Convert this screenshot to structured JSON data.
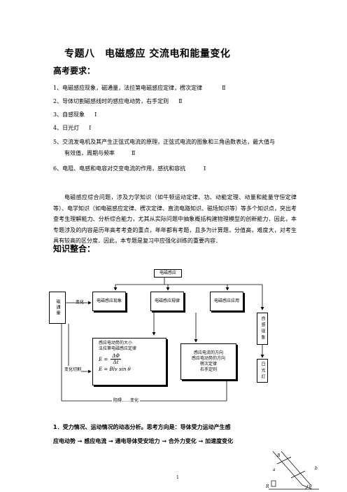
{
  "title": "专题八　电磁感应 交流电和能量变化",
  "section_requirements": "高考要求：",
  "requirements": [
    {
      "text": "1、电磁感应现象，磁通量，法拉第电磁感应定律，楞次定律",
      "level": "Ⅱ"
    },
    {
      "text": "2、导体切割磁感线时的感应电动势，右手定则",
      "level": "Ⅱ"
    },
    {
      "text": "3、自感现象",
      "level": "Ⅰ"
    },
    {
      "text": "4、日光灯",
      "level": "Ⅰ"
    },
    {
      "text": "5、交流发电机及其产生正弦式电流的原理，正弦式电流的图象和三角函数表达，最大值与",
      "level": ""
    },
    {
      "text": "有效值，周期与频率",
      "level": "Ⅱ"
    },
    {
      "text": "6、电阻、电感和电容对交变电流的作用，感抗和容抗",
      "level": "Ⅰ"
    }
  ],
  "paragraph": "电磁感应综合问题，涉及力学知识（如牛顿运动定律、功、动能定理、动量和能量守恒定律等）、电学知识（如电磁感应定律、楞次定律、直流电路知识、磁场知识等）等多个知识点，突出考查考生理解能力、分析综合能力，尤其从实际问题中抽象概括构建物理模型的创新能力．因此，本专题涉及的内容是历年高考考查的重点，年年都有考题，且多为计算题，分值高，难度大，对考生具有较高的区分度．因此，本专题是复习中应强化训练的重要内容．",
  "section_knowledge": "知识整合：",
  "diagram": {
    "top": "电磁感应",
    "flux": "磁通量",
    "change": "变化",
    "phenomenon": "电磁感应现象",
    "law": "电磁感应规律",
    "application": "电磁感应应用",
    "self_induction": "自感现象",
    "lamp": "日光灯",
    "emf_box_line1": "感应电动势的大小",
    "emf_box_line2": "法拉第电磁感应定律",
    "formula1_lhs": "E =",
    "formula1_num": "ΔΦ",
    "formula1_den": "Δt",
    "formula2": "E = Blv sin θ",
    "dir_box": [
      "感应电流的方向",
      "感应电动势的方向",
      "楞次定律",
      "右手定则"
    ],
    "change_cut": "变化切割",
    "hinder": "阻碍……变化"
  },
  "bottom_line1": "1．受力情况、运动情况的动态分析。思考方向是：导体受力运动产生感",
  "bottom_line2": "应电动势 → 感应电流 → 通电导体受安培力 → 合外力变化 → 加速度变化",
  "figure_labels": {
    "B": "B",
    "a": "a",
    "b": "b",
    "R": "R",
    "theta": "θ"
  },
  "page_number": "1"
}
